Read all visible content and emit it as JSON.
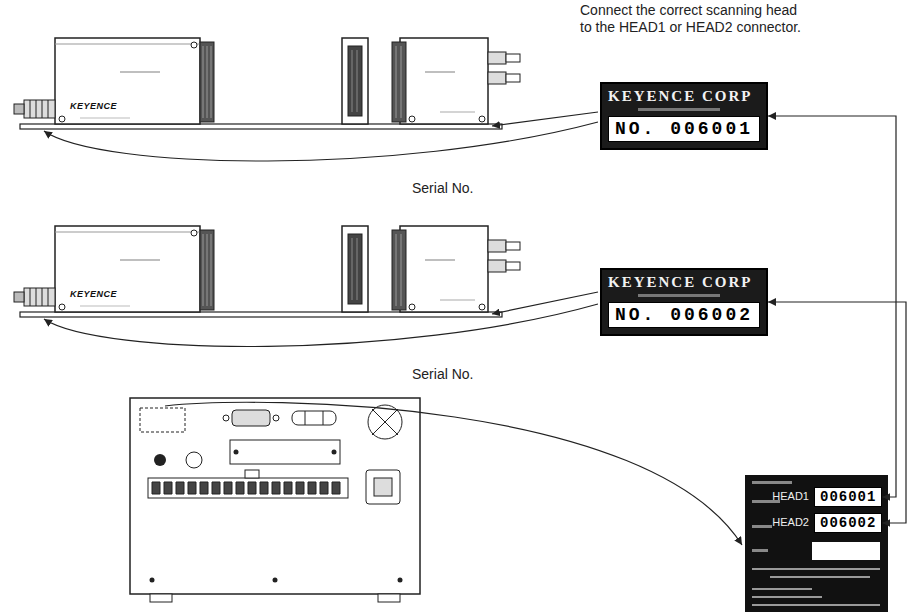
{
  "diagram": {
    "nodes": [
      {
        "text": [
          "KEYENCE CORP",
          "NO. 006001"
        ]
      },
      {
        "text": [
          "KEYENCE CORP",
          "NO. 006002"
        ]
      },
      {
        "text": [
          "HEAD1",
          "006001"
        ]
      },
      {
        "text": [
          "HEAD2",
          "006002"
        ]
      }
    ],
    "edges": [
      {
        "from": 2,
        "to": 0,
        "arrow": "both"
      },
      {
        "from": 3,
        "to": 1,
        "arrow": "both"
      }
    ],
    "labels": [
      "Connect the correct scanning head to the HEAD1 or HEAD2 connector.",
      "Serial No.",
      "Serial No.",
      "KEYENCE",
      "KEYENCE"
    ]
  }
}
